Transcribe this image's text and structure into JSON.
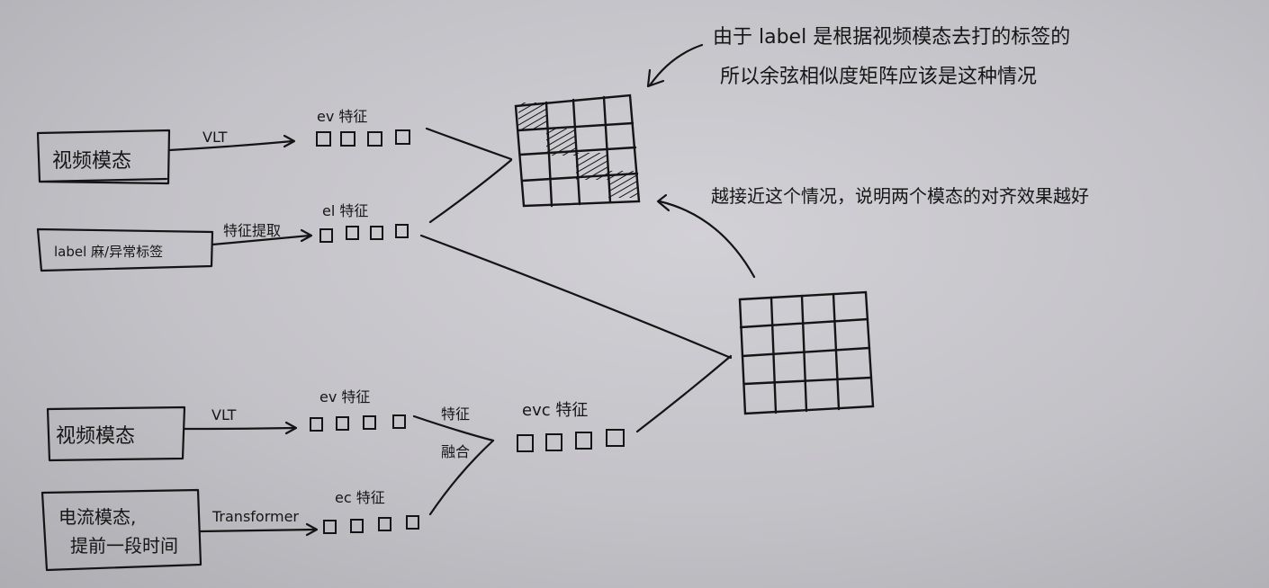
{
  "top_branch": {
    "video_box": "视频模态",
    "video_arrow": "VLT",
    "ev_label": "ev 特征",
    "label_box": "label 麻/异常标签",
    "label_arrow": "特征提取",
    "el_label": "el 特征"
  },
  "bottom_branch": {
    "video_box": "视频模态",
    "video_arrow": "VLT",
    "ev_label": "ev 特征",
    "current_box_line1": "电流模态,",
    "current_box_line2": "提前一段时间",
    "current_arrow": "Transformer",
    "ec_label": "ec 特征",
    "fusion_top": "特征",
    "fusion_bottom": "融合",
    "evc_label": "evc 特征"
  },
  "annotations": {
    "top_note_line1": "由于 label 是根据视频模态去打的标签的",
    "top_note_line2": "所以余弦相似度矩阵应该是这种情况",
    "mid_note": "越接近这个情况，说明两个模态的对齐效果越好"
  },
  "matrices": {
    "similarity_matrix": {
      "rows": 4,
      "cols": 4,
      "hatched_diagonal": true
    },
    "alignment_matrix": {
      "rows": 4,
      "cols": 4,
      "hatched_diagonal": false
    }
  },
  "colors": {
    "ink": "#141414",
    "paper": "#c4c3c8"
  }
}
